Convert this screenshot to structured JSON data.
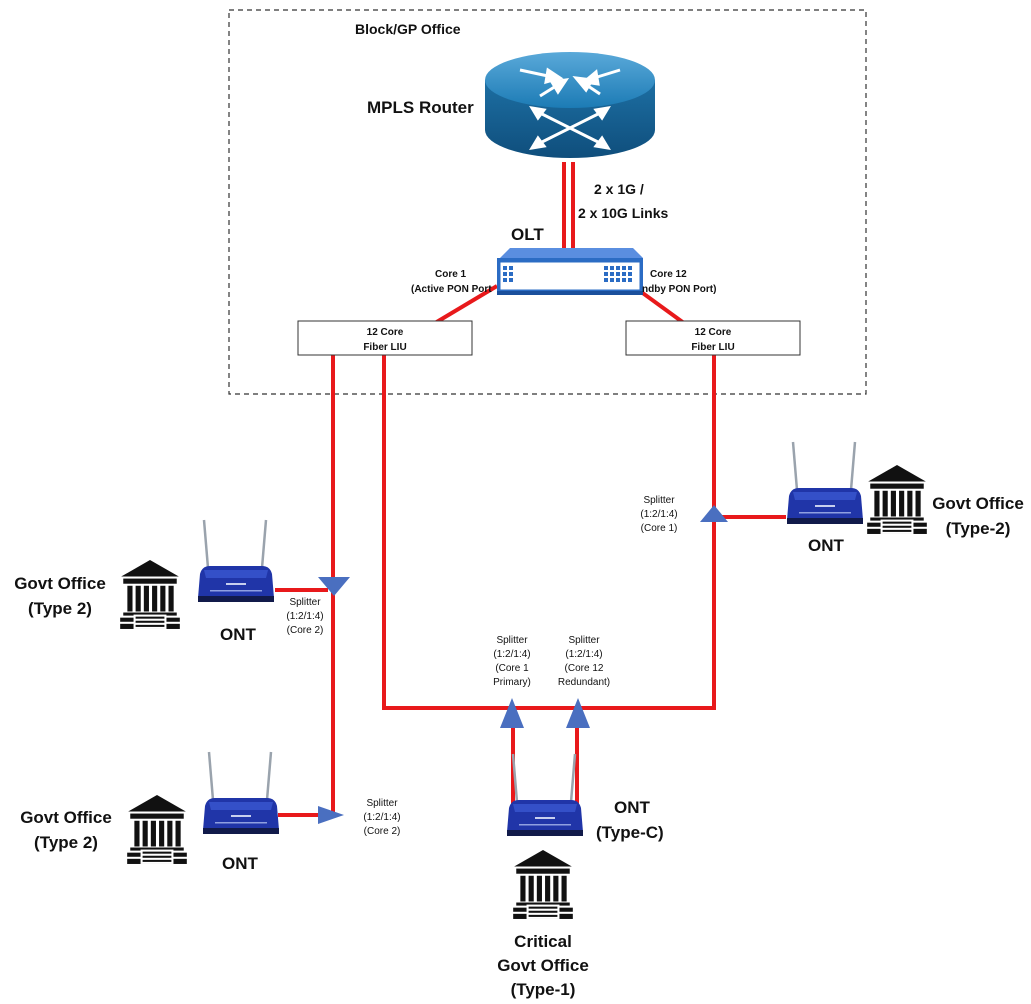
{
  "office_box": {
    "title": "Block/GP Office"
  },
  "router": {
    "label": "MPLS Router"
  },
  "uplink": {
    "line1": "2 x 1G /",
    "line2": "2 x 10G Links"
  },
  "olt": {
    "label": "OLT",
    "left_port": {
      "line1": "Core 1",
      "line2": "(Active PON Port"
    },
    "right_port": {
      "line1": "Core 12",
      "line2": "ndby PON Port)"
    }
  },
  "liu_left": {
    "line1": "12 Core",
    "line2": "Fiber LIU"
  },
  "liu_right": {
    "line1": "12  Core",
    "line2": "Fiber LIU"
  },
  "splitters": {
    "right": {
      "line1": "Splitter",
      "line2": "(1:2/1:4)",
      "line3": "(Core 1)"
    },
    "left_upper": {
      "line1": "Splitter",
      "line2": "(1:2/1:4)",
      "line3": "(Core 2)"
    },
    "left_lower": {
      "line1": "Splitter",
      "line2": "(1:2/1:4)",
      "line3": "(Core 2)"
    },
    "primary": {
      "line1": "Splitter",
      "line2": "(1:2/1:4)",
      "line3": "(Core 1",
      "line4": "Primary)"
    },
    "redundant": {
      "line1": "Splitter",
      "line2": "(1:2/1:4)",
      "line3": "(Core 12",
      "line4": "Redundant)"
    }
  },
  "onts": {
    "right": {
      "label": "ONT"
    },
    "left_upper": {
      "label": "ONT"
    },
    "left_lower": {
      "label": "ONT"
    },
    "critical": {
      "line1": "ONT",
      "line2": "(Type-C)"
    }
  },
  "offices": {
    "right": {
      "line1": "Govt Office",
      "line2": "(Type-2)"
    },
    "left_upper": {
      "line1": "Govt Office",
      "line2": "(Type 2)"
    },
    "left_lower": {
      "line1": "Govt Office",
      "line2": "(Type 2)"
    },
    "critical": {
      "line1": "Critical",
      "line2": "Govt Office",
      "line3": "(Type-1)"
    }
  },
  "colors": {
    "fiber": "#e8191b",
    "splitter": "#4a6fc0",
    "router_body": "#1c7bb5",
    "olt_body": "#2b6cc4",
    "ont_body": "#2035a8",
    "building": "#111111"
  }
}
